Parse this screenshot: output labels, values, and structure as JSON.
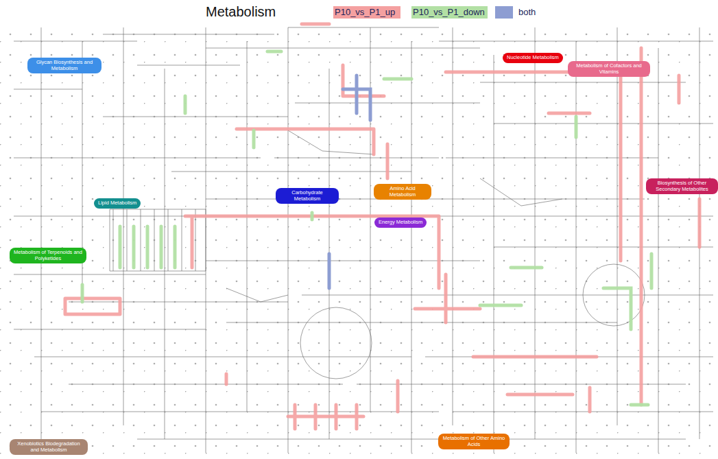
{
  "diagram": {
    "title": "Metabolism",
    "nodes": [
      {
        "text": [
          "Nucleotide Metabolism"
        ]
      },
      {
        "text": [
          "Glycan Biosynthesis and Metabolism"
        ]
      },
      {
        "text": [
          "Metabolism of Cofactors and Vitamins"
        ]
      },
      {
        "text": [
          "Biosynthesis of Other Secondary Metabolites"
        ]
      },
      {
        "text": [
          "Amino Acid Metabolism"
        ]
      },
      {
        "text": [
          "Carbohydrate Metabolism"
        ]
      },
      {
        "text": [
          "Lipid Metabolism"
        ]
      },
      {
        "text": [
          "Energy Metabolism"
        ]
      },
      {
        "text": [
          "Metabolism of Terpenoids and Polyketides"
        ]
      },
      {
        "text": [
          "Metabolism of Other Amino Acids"
        ]
      },
      {
        "text": [
          "Xenobiotics Biodegradation and Metabolism"
        ]
      }
    ],
    "legend": [
      {
        "text": "P10_vs_P1_up",
        "color": "#f4a0a0"
      },
      {
        "text": "P10_vs_P1_down",
        "color": "#b2e0a4"
      },
      {
        "text": "both",
        "color": "#8d9dd2"
      }
    ]
  }
}
